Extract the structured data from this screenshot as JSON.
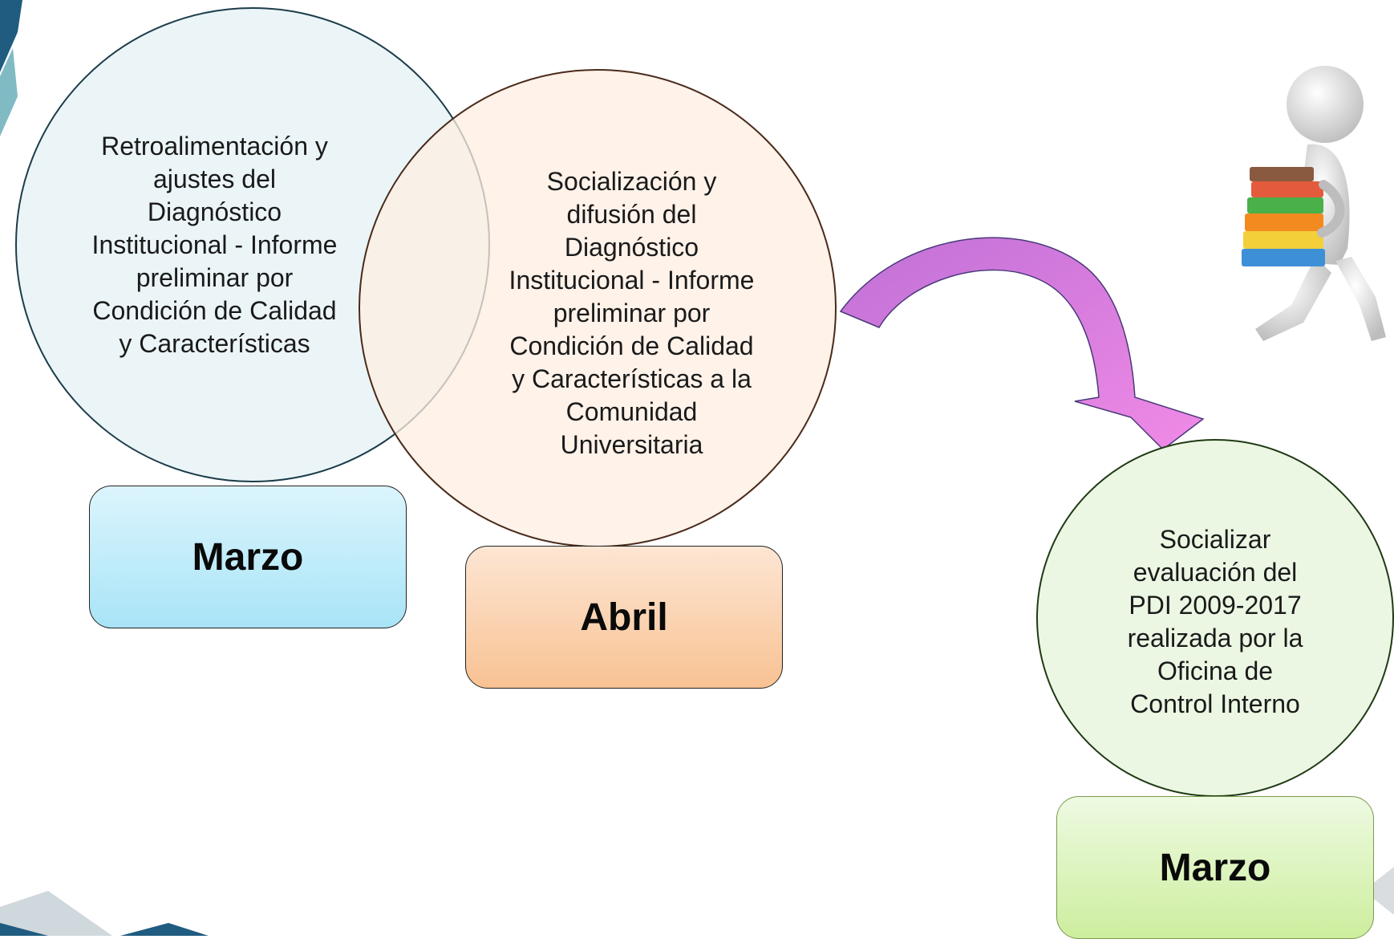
{
  "nodes": [
    {
      "id": "retro",
      "text": "Retroalimentación y\najustes  del\nDiagnóstico\nInstitucional - Informe\npreliminar por\nCondición de Calidad\ny Características",
      "month": "Marzo",
      "fill": "#e8f3f7",
      "stroke": "#1c3d4a",
      "box_top": "#dcf5fd",
      "box_bottom": "#a8e4f7"
    },
    {
      "id": "social",
      "text": "Socialización y\ndifusión del\nDiagnóstico\nInstitucional - Informe\npreliminar por\nCondición de Calidad\ny Características a la\nComunidad\nUniversitaria",
      "month": "Abril",
      "fill": "#fdeee2",
      "stroke": "#4a2a1a",
      "box_top": "#fde6d4",
      "box_bottom": "#f8c293"
    },
    {
      "id": "eval",
      "text": "Socializar\nevaluación del\nPDI 2009-2017\nrealizada por la\nOficina de\nControl Interno",
      "month": "Marzo",
      "fill": "#ebf7e3",
      "stroke": "#1f3a14",
      "box_top": "#eefae2",
      "box_bottom": "#cdee9e"
    }
  ],
  "arrow": {
    "from": "social",
    "to": "eval",
    "color_start": "#c070d6",
    "color_end": "#f08ae6",
    "icon": "curved-arrow"
  },
  "illustration": {
    "icon": "person-carrying-books-icon"
  }
}
